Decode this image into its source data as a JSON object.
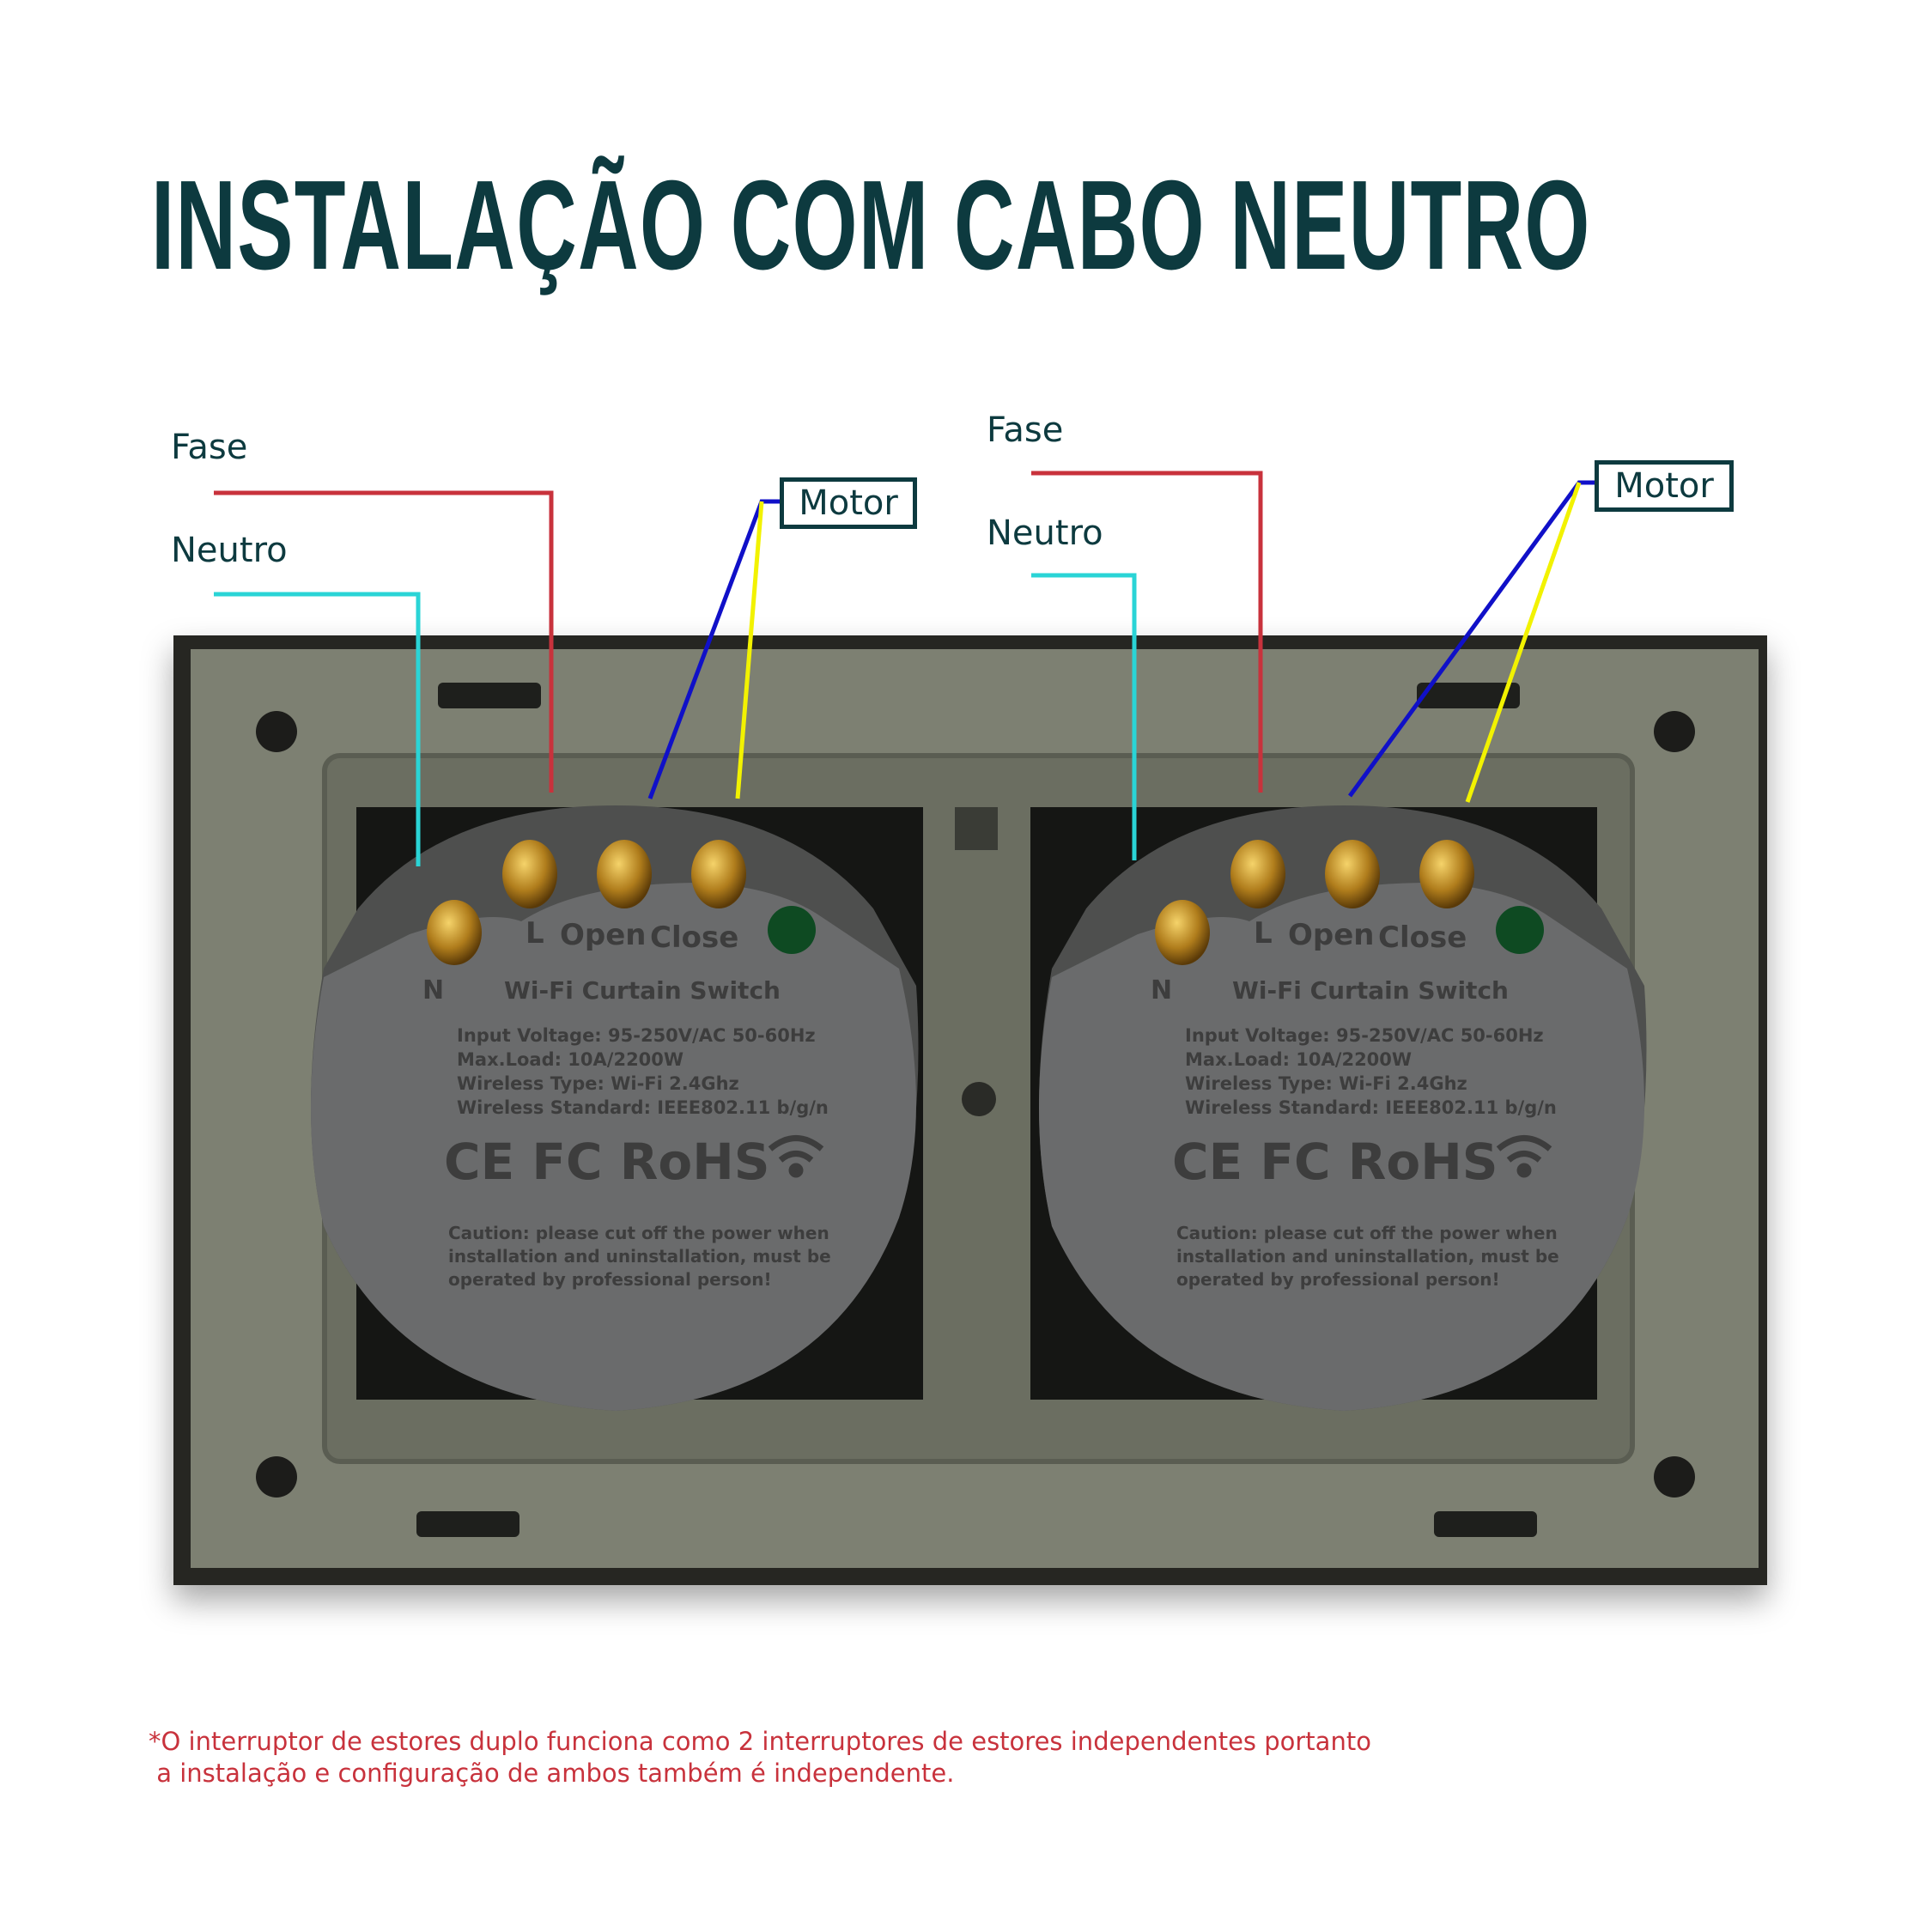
{
  "title": "INSTALAÇÃO COM CABO NEUTRO",
  "labels": {
    "left": {
      "fase": "Fase",
      "neutro": "Neutro",
      "motor": "Motor"
    },
    "right": {
      "fase": "Fase",
      "neutro": "Neutro",
      "motor": "Motor"
    }
  },
  "wire_colors": {
    "fase": "#c8323c",
    "neutro": "#2ad4d6",
    "motor_open": "#1010c8",
    "motor_close": "#f2f200"
  },
  "module": {
    "terminal_l": "L",
    "terminal_open": "Open",
    "terminal_close": "Close",
    "terminal_n": "N",
    "name": "Wi-Fi Curtain Switch",
    "spec1": "Input Voltage: 95-250V/AC 50-60Hz",
    "spec2": "Max.Load: 10A/2200W",
    "spec3": "Wireless Type: Wi-Fi 2.4Ghz",
    "spec4": "Wireless Standard: IEEE802.11 b/g/n",
    "certs": "CE FC RoHS",
    "caution1": "Caution: please cut off the power when",
    "caution2": "installation and uninstallation, must be",
    "caution3": "operated by professional person!"
  },
  "footnote": {
    "line1": "*O interruptor de estores duplo funciona como 2 interruptores de estores independentes portanto",
    "line2": " a instalação e configuração de ambos também é independente."
  }
}
